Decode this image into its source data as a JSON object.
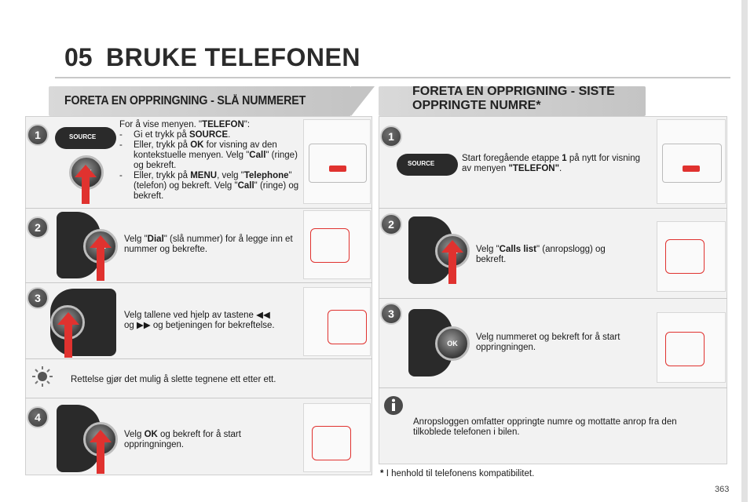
{
  "header": {
    "chapter_number": "05",
    "chapter_title": "BRUKE TELEFONEN"
  },
  "left": {
    "heading": "FORETA EN OPPRINGNING - SLÅ NUMMERET",
    "step1": {
      "badge": "1",
      "intro_pre": "For å vise menyen. \"",
      "intro_bold": "TELEFON",
      "intro_post": "\":",
      "b1_pre": "Gi et trykk på ",
      "b1_bold": "SOURCE",
      "b1_post": ".",
      "b2_pre": "Eller, trykk på ",
      "b2_bold": "OK",
      "b2_mid": " for visning av den kontekstuelle menyen. Velg \"",
      "b2_bold2": "Call",
      "b2_post": "\" (ringe) og bekreft.",
      "b3_pre": "Eller, trykk på ",
      "b3_bold": "MENU",
      "b3_mid": ", velg \"",
      "b3_bold2": "Telephone",
      "b3_mid2": "\" (telefon) og bekreft. Velg \"",
      "b3_bold3": "Call",
      "b3_post": "\" (ringe) og bekreft.",
      "source_label": "SOURCE",
      "ok_label": "OK"
    },
    "step2": {
      "badge": "2",
      "pre": "Velg \"",
      "bold": "Dial",
      "post": "\" (slå nummer) for å legge inn et nummer og bekrefte.",
      "ok_label": "OK"
    },
    "step3": {
      "badge": "3",
      "line1": "Velg tallene ved hjelp av tastene",
      "line2_pre": "og",
      "line2_post": "og betjeningen for bekreftelse.",
      "ok_label": "OK"
    },
    "tip": {
      "text": "Rettelse gjør det mulig å slette tegnene ett etter ett."
    },
    "step4": {
      "badge": "4",
      "pre": "Velg ",
      "bold": "OK",
      "post": " og bekreft for å start oppringningen.",
      "ok_label": "OK"
    }
  },
  "right": {
    "heading_line1": "FORETA EN OPPRIGNING - SISTE",
    "heading_line2": "OPPRINGTE NUMRE*",
    "step1": {
      "badge": "1",
      "pre": "Start foregående etappe ",
      "bold": "1",
      "mid": " på nytt for visning av menyen ",
      "bold2": "\"TELEFON\"",
      "post": ".",
      "source_label": "SOURCE"
    },
    "step2": {
      "badge": "2",
      "pre": "Velg \"",
      "bold": "Calls list",
      "post": "\" (anropslogg) og bekreft.",
      "ok_label": "OK"
    },
    "step3": {
      "badge": "3",
      "text": "Velg nummeret og bekreft for å start oppringningen.",
      "ok_label": "OK"
    },
    "info": {
      "text": "Anropsloggen omfatter oppringte numre og mottatte anrop fra den tilkoblede telefonen i bilen."
    }
  },
  "footnote": {
    "star": "*",
    "text": "I henhold til telefonens kompatibilitet."
  },
  "page_number": "363",
  "colors": {
    "accent_red": "#e0322f",
    "badge_grey": "#4a4a4a",
    "box_bg": "#f2f2f2"
  }
}
